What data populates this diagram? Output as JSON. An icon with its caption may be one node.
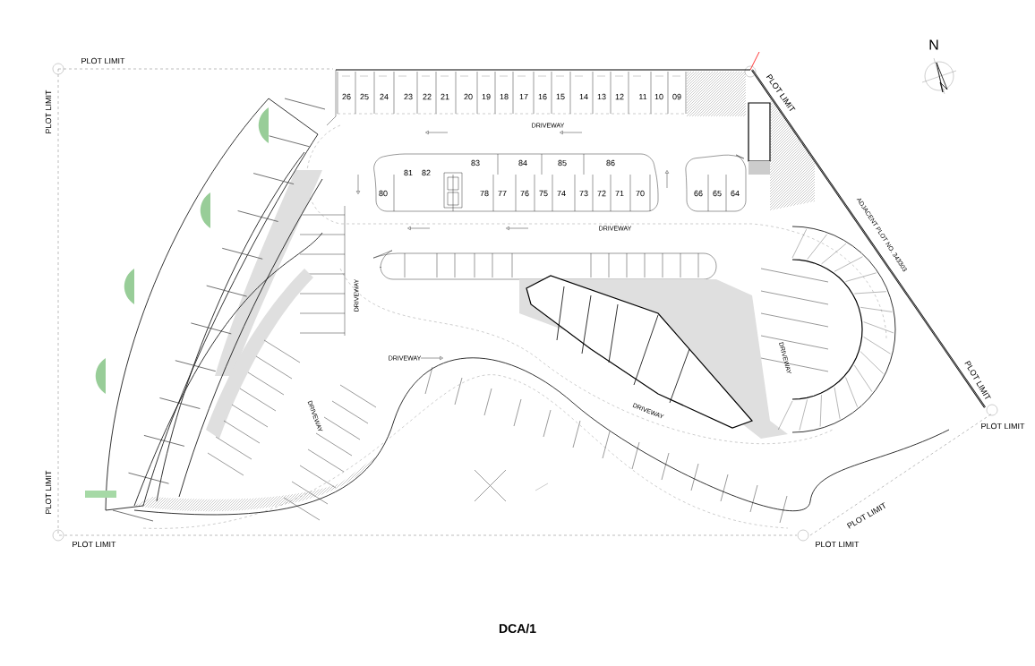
{
  "diagram": {
    "caption": "DCA/1",
    "labels": [
      "N",
      "PLOT LIMIT",
      "PLOT LIMIT",
      "PLOT LIMIT",
      "PLOT LIMIT",
      "PLOT LIMIT",
      "PLOT LIMIT",
      "PLOT LIMIT",
      "PLOT LIMIT",
      "PLOT LIMIT",
      "ADJACENT PLOT NO. 343303",
      "26",
      "25",
      "24",
      "23",
      "22",
      "21",
      "20",
      "19",
      "18",
      "17",
      "16",
      "15",
      "14",
      "13",
      "12",
      "11",
      "10",
      "09",
      "DRIVEWAY",
      "83",
      "84",
      "85",
      "86",
      "81",
      "82",
      "80",
      "78",
      "77",
      "76",
      "75",
      "74",
      "73",
      "72",
      "71",
      "70",
      "66",
      "65",
      "64",
      "DRIVEWAY",
      "DRIVEWAY",
      "DRIVEWAY",
      "DRIVEWAY",
      "DRIVEWAY",
      "DRIVEWAY"
    ]
  }
}
